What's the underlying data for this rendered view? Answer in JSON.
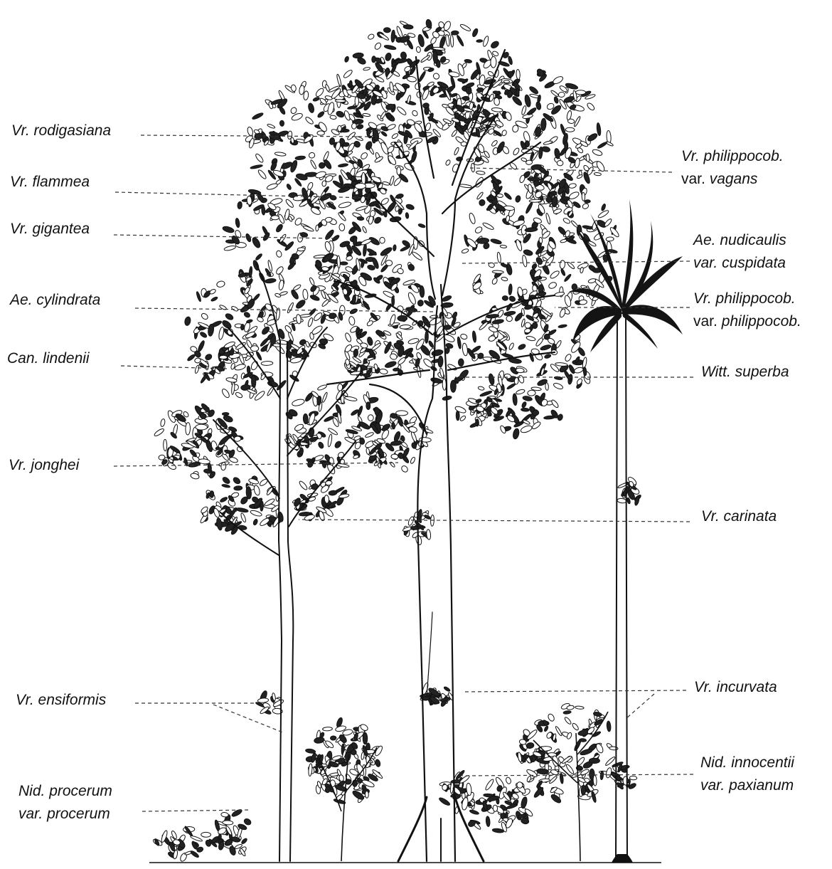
{
  "colors": {
    "ink": "#111111",
    "leader": "#333333",
    "background": "#ffffff",
    "palm": "#141414"
  },
  "icons": [
    "emergent-tree-illustration",
    "understory-tree-illustration",
    "palm-tree-illustration",
    "shrub-illustration",
    "foliage-illustration"
  ],
  "left_labels": [
    {
      "genus": "Vr.",
      "epithet": "rodigasiana"
    },
    {
      "genus": "Vr.",
      "epithet": "flammea"
    },
    {
      "genus": "Vr.",
      "epithet": "gigantea"
    },
    {
      "genus": "Ae.",
      "epithet": "cylindrata"
    },
    {
      "genus": "Can.",
      "epithet": "lindenii"
    },
    {
      "genus": "Vr.",
      "epithet": "jonghei"
    },
    {
      "genus": "Vr.",
      "epithet": "ensiformis"
    },
    {
      "genus": "Nid.",
      "epithet": "procerum",
      "var_label": "var.",
      "variety": "procerum"
    }
  ],
  "right_labels": [
    {
      "genus": "Vr.",
      "epithet": "philippocob.",
      "var_label": "var.",
      "variety": "vagans"
    },
    {
      "genus": "Ae.",
      "epithet": "nudicaulis",
      "var_label": "var.",
      "variety": "cuspidata"
    },
    {
      "genus": "Vr.",
      "epithet": "philippocob.",
      "var_label": "var.",
      "variety": "philippocob."
    },
    {
      "genus": "Witt.",
      "epithet": "superba"
    },
    {
      "genus": "Vr.",
      "epithet": "carinata"
    },
    {
      "genus": "Vr.",
      "epithet": "incurvata"
    },
    {
      "genus": "Nid.",
      "epithet": "innocentii",
      "var_label": "var.",
      "variety": "paxianum"
    }
  ]
}
